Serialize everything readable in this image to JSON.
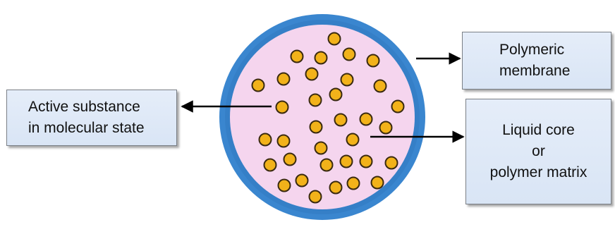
{
  "labels": {
    "active_substance": {
      "line1": "Active substance",
      "line2": "in molecular state"
    },
    "polymeric_membrane": {
      "line1": "Polymeric",
      "line2": "membrane"
    },
    "liquid_core": {
      "line1": "Liquid core",
      "line2": "or",
      "line3": "polymer matrix"
    }
  },
  "colors": {
    "membrane": "#3a86cf",
    "core": "#f5d5ee",
    "particle_fill": "#f2b21a",
    "particle_stroke": "#3a2a10",
    "label_box": "#dde7f6",
    "arrow": "#000000"
  }
}
